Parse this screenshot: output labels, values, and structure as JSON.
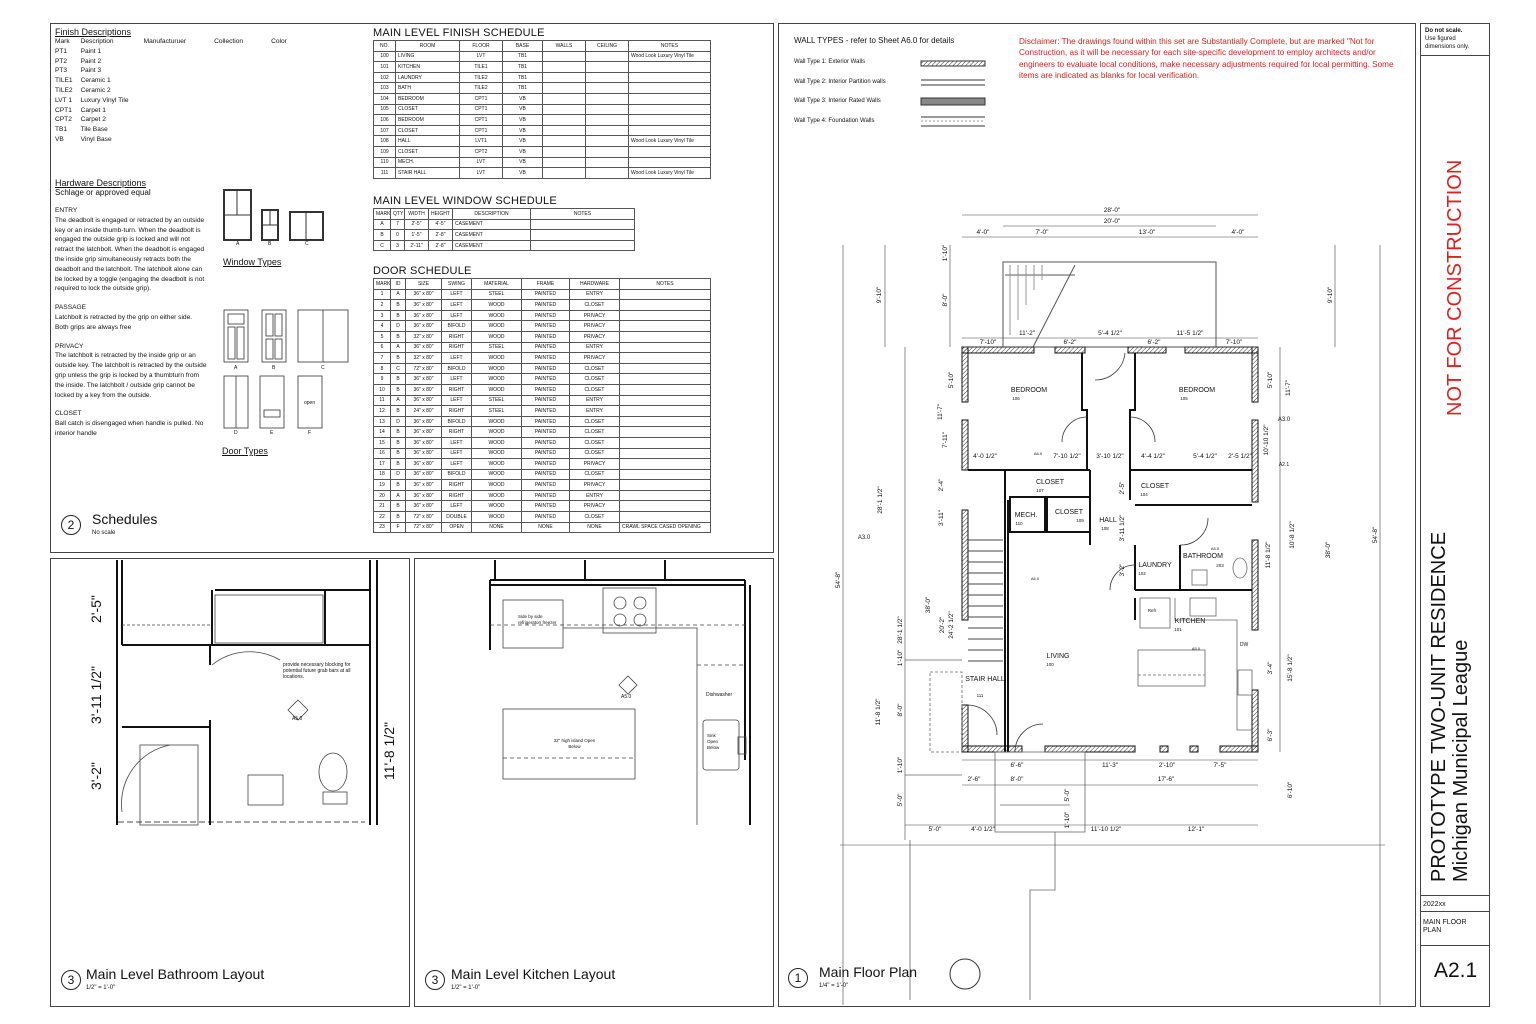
{
  "sheet": {
    "title": "PROTOTYPE TWO-UNIT RESIDENCE",
    "client": "Michigan Municipal League",
    "stamp": "NOT FOR CONSTRUCTION",
    "scale_note_bold": "Do not scale.",
    "scale_note": "Use figured dimensions only.",
    "project_number": "2022xx",
    "sheet_title": "MAIN FLOOR PLAN",
    "sheet_number": "A2.1",
    "accent": "#e02020"
  },
  "finish_descriptions": {
    "title": "Finish Descriptions",
    "headers": [
      "Mark",
      "Description",
      "Manufacturuer",
      "Collection",
      "Color"
    ],
    "rows": [
      [
        "PT1",
        "Paint 1"
      ],
      [
        "PT2",
        "Paint 2"
      ],
      [
        "PT3",
        "Paint 3"
      ],
      [
        "TILE1",
        "Ceramic 1"
      ],
      [
        "TILE2",
        "Ceramic 2"
      ],
      [
        "LVT 1",
        "Luxury Vinyl Tile"
      ],
      [
        "CPT1",
        "Carpet 1"
      ],
      [
        "CPT2",
        "Carpet 2"
      ],
      [
        "TB1",
        "Tile Base"
      ],
      [
        "VB",
        "Vinyl Base"
      ]
    ]
  },
  "hardware": {
    "title": "Hardware Descriptions",
    "subtitle": "Schlage or approved equal",
    "sections": [
      {
        "name": "ENTRY",
        "text": "The deadbolt is engaged or retracted by an outside key or an inside thumb-turn. When the deadbolt is engaged the outside grip is locked and will not retract the latchbolt. When the deadbolt is engaged the inside grip simultaneously retracts both the deadbolt and the latchbolt. The latchbolt alone can be locked by a toggle (engaging the deadbolt is not required to lock the outside grip)."
      },
      {
        "name": "PASSAGE",
        "text": "Latchbolt is retracted by the grip on either side.  Both grips are always free"
      },
      {
        "name": "PRIVACY",
        "text": "The latchbolt is retracted by the inside grip or an outside key. The latchbolt is retracted by the outside grip unless the grip is locked by a thumbturn from the inside. The latchbolt / outside grip cannot be locked by a key from the outside."
      },
      {
        "name": "CLOSET",
        "text": "Ball catch is disengaged when handle is pulled.  No interior handle"
      }
    ]
  },
  "window_types": {
    "title": "Window Types",
    "labels": [
      "A",
      "B",
      "C"
    ]
  },
  "door_types": {
    "title": "Door Types",
    "labels": [
      "A",
      "B",
      "C",
      "D",
      "E",
      "F"
    ],
    "open_label": "open"
  },
  "finish_schedule": {
    "title": "MAIN LEVEL FINISH SCHEDULE",
    "headers": [
      "NO.",
      "ROOM",
      "FLOOR",
      "BASE",
      "WALLS",
      "CEILING",
      "NOTES"
    ],
    "rows": [
      [
        "100",
        "LIVING",
        "LVT",
        "TB1",
        "",
        "",
        "Wood Look Luxury Vinyl Tile"
      ],
      [
        "101",
        "KITCHEN",
        "TILE1",
        "TB1",
        "",
        "",
        ""
      ],
      [
        "102",
        "LAUNDRY",
        "TILE2",
        "TB1",
        "",
        "",
        ""
      ],
      [
        "103",
        "BATH",
        "TILE2",
        "TB1",
        "",
        "",
        ""
      ],
      [
        "104",
        "BEDROOM",
        "CPT1",
        "VB",
        "",
        "",
        ""
      ],
      [
        "105",
        "CLOSET",
        "CPT1",
        "VB",
        "",
        "",
        ""
      ],
      [
        "106",
        "BEDROOM",
        "CPT1",
        "VB",
        "",
        "",
        ""
      ],
      [
        "107",
        "CLOSET",
        "CPT1",
        "VB",
        "",
        "",
        ""
      ],
      [
        "108",
        "HALL",
        "LVT1",
        "VB",
        "",
        "",
        "Wood Look Luxury Vinyl Tile"
      ],
      [
        "109",
        "CLOSET",
        "CPT2",
        "VB",
        "",
        "",
        ""
      ],
      [
        "110",
        "MECH.",
        "LVT",
        "VB",
        "",
        "",
        ""
      ],
      [
        "111",
        "STAIR HALL",
        "LVT",
        "VB",
        "",
        "",
        "Wood Look Luxury Vinyl Tile"
      ]
    ]
  },
  "window_schedule": {
    "title": "MAIN LEVEL WINDOW SCHEDULE",
    "headers": [
      "MARK",
      "QTY",
      "WIDTH",
      "HEIGHT",
      "DESCRIPTION",
      "NOTES"
    ],
    "rows": [
      [
        "A",
        "7",
        "2'-5\"",
        "4'-5\"",
        "CASEMENT",
        ""
      ],
      [
        "B",
        "0",
        "1'-5\"",
        "2'-8\"",
        "CASEMENT",
        ""
      ],
      [
        "C",
        "3",
        "2'-11\"",
        "2'-8\"",
        "CASEMENT",
        ""
      ]
    ]
  },
  "door_schedule": {
    "title": "DOOR SCHEDULE",
    "headers": [
      "MARK",
      "ID",
      "SIZE",
      "SWING",
      "MATERIAL",
      "FRAME",
      "HARDWARE",
      "NOTES"
    ],
    "rows": [
      [
        "1",
        "A",
        "36\" x 80\"",
        "LEFT",
        "STEEL",
        "PAINTED",
        "ENTRY",
        ""
      ],
      [
        "2",
        "B",
        "36\" x 80\"",
        "LEFT",
        "WOOD",
        "PAINTED",
        "CLOSET",
        ""
      ],
      [
        "3",
        "B",
        "36\" x 80\"",
        "LEFT",
        "WOOD",
        "PAINTED",
        "PRIVACY",
        ""
      ],
      [
        "4",
        "D",
        "36\" x 80\"",
        "BIFOLD",
        "WOOD",
        "PAINTED",
        "PRIVACY",
        ""
      ],
      [
        "5",
        "B",
        "32\" x 80\"",
        "RIGHT",
        "WOOD",
        "PAINTED",
        "PRIVACY",
        ""
      ],
      [
        "6",
        "A",
        "36\" x 80\"",
        "RIGHT",
        "STEEL",
        "PAINTED",
        "ENTRY",
        ""
      ],
      [
        "7",
        "B",
        "32\" x 80\"",
        "LEFT",
        "WOOD",
        "PAINTED",
        "PRIVACY",
        ""
      ],
      [
        "8",
        "C",
        "72\" x 80\"",
        "BIFOLD",
        "WOOD",
        "PAINTED",
        "CLOSET",
        ""
      ],
      [
        "9",
        "B",
        "36\" x 80\"",
        "LEFT",
        "WOOD",
        "PAINTED",
        "CLOSET",
        ""
      ],
      [
        "10",
        "B",
        "36\" x 80\"",
        "RIGHT",
        "WOOD",
        "PAINTED",
        "CLOSET",
        ""
      ],
      [
        "11",
        "A",
        "36\" x 80\"",
        "LEFT",
        "STEEL",
        "PAINTED",
        "ENTRY",
        ""
      ],
      [
        "12",
        "B",
        "24\" x 80\"",
        "RIGHT",
        "STEEL",
        "PAINTED",
        "ENTRY",
        ""
      ],
      [
        "13",
        "D",
        "36\" x 80\"",
        "BIFOLD",
        "WOOD",
        "PAINTED",
        "CLOSET",
        ""
      ],
      [
        "14",
        "B",
        "36\" x 80\"",
        "RIGHT",
        "WOOD",
        "PAINTED",
        "CLOSET",
        ""
      ],
      [
        "15",
        "B",
        "36\" x 80\"",
        "LEFT",
        "WOOD",
        "PAINTED",
        "CLOSET",
        ""
      ],
      [
        "16",
        "B",
        "36\" x 80\"",
        "LEFT",
        "WOOD",
        "PAINTED",
        "CLOSET",
        ""
      ],
      [
        "17",
        "B",
        "36\" x 80\"",
        "LEFT",
        "WOOD",
        "PAINTED",
        "PRIVACY",
        ""
      ],
      [
        "18",
        "D",
        "36\" x 80\"",
        "BIFOLD",
        "WOOD",
        "PAINTED",
        "CLOSET",
        ""
      ],
      [
        "19",
        "B",
        "36\" x 80\"",
        "RIGHT",
        "WOOD",
        "PAINTED",
        "PRIVACY",
        ""
      ],
      [
        "20",
        "A",
        "36\" x 80\"",
        "RIGHT",
        "WOOD",
        "PAINTED",
        "ENTRY",
        ""
      ],
      [
        "21",
        "B",
        "36\" x 80\"",
        "LEFT",
        "WOOD",
        "PAINTED",
        "PRIVACY",
        ""
      ],
      [
        "22",
        "B",
        "72\" x 80\"",
        "DOUBLE",
        "WOOD",
        "PAINTED",
        "CLOSET",
        ""
      ],
      [
        "23",
        "F",
        "72\" x 80\"",
        "OPEN",
        "NONE",
        "NONE",
        "NONE",
        "CRAWL SPACE CASED OPENING"
      ]
    ]
  },
  "schedules_view": {
    "number": "2",
    "title": "Schedules",
    "scale": "No scale"
  },
  "wall_types": {
    "title": "WALL TYPES - refer to Sheet A6.0 for details",
    "items": [
      "Wall Type 1: Exterior Walls",
      "Wall Type 2: Interior Partition walls",
      "Wall Type 3: Interior Rated Walls",
      "Wall Type 4: Foundation Walls"
    ]
  },
  "disclaimer": "Disclaimer: The drawings found within this set are Substantially Complete, but are marked \"Not for Construction, as it will be necessary for each site-specific development to employ architects and/or engineers to evaluate local conditions, make necessary adjustments required for local permitting.  Some items are indicated as blanks for local verification.",
  "floor_plan": {
    "number": "1",
    "title": "Main Floor Plan",
    "scale": "1/4\" = 1'-0\"",
    "rooms": [
      {
        "name": "BEDROOM",
        "number": "106"
      },
      {
        "name": "BEDROOM",
        "number": "105"
      },
      {
        "name": "CLOSET",
        "number": "107"
      },
      {
        "name": "CLOSET",
        "number": "104"
      },
      {
        "name": "MECH.",
        "number": "110"
      },
      {
        "name": "CLOSET",
        "number": "109"
      },
      {
        "name": "HALL",
        "number": "108"
      },
      {
        "name": "LAUNDRY",
        "number": "102"
      },
      {
        "name": "BATHROOM",
        "number": "203"
      },
      {
        "name": "KITCHEN",
        "number": "101"
      },
      {
        "name": "LIVING",
        "number": "100"
      },
      {
        "name": "STAIR HALL",
        "number": "111"
      }
    ],
    "fixtures": {
      "refrigerator": "Refr",
      "dishwasher": "DW"
    },
    "detail_refs": [
      "A3.0",
      "A3.0",
      "A2.1",
      "A6.0",
      "A6.0",
      "A5.0",
      "A5.0"
    ],
    "dimensions": [
      "28'-0\"",
      "20'-0\"",
      "4'-0\"",
      "7'-0\"",
      "13'-0\"",
      "4'-0\"",
      "11'-2\"",
      "5'-4 1/2\"",
      "11'-5 1/2\"",
      "7'-10\"",
      "6'-2\"",
      "6'-2\"",
      "7'-10\"",
      "9'-10\"",
      "1'-10\"",
      "8'-0\"",
      "5'-10\"",
      "11'-7\"",
      "7'-11\"",
      "2'-4\"",
      "28'-1 1/2\"",
      "3'-11\"",
      "54'-8\"",
      "38'-0\"",
      "20'-2\"",
      "24'-2 1/2\"",
      "28'-1 1/2\"",
      "1'-10\"",
      "11'-8 1/2\"",
      "8'-0\"",
      "1'-10\"",
      "5'-0\"",
      "9'-10\"",
      "5'-10\"",
      "11'-7\"",
      "10'-10 1/2\"",
      "10'-8 1/2\"",
      "11'-8 1/2\"",
      "38'-0\"",
      "54'-8\"",
      "3'-4\"",
      "15'-8 1/2\"",
      "6'-3\"",
      "6'-10\"",
      "4'-0 1/2\"",
      "7'-10 1/2\"",
      "3'-10 1/2\"",
      "4'-4 1/2\"",
      "5'-4 1/2\"",
      "2'-5 1/2\"",
      "2'-5\"",
      "3'-11 1/2\"",
      "3'-2\"",
      "6'-6\"",
      "11'-3\"",
      "2'-10\"",
      "7'-5\"",
      "2'-6\"",
      "8'-0\"",
      "17'-6\"",
      "5'-0\"",
      "1'-10\"",
      "5'-0\"",
      "4'-0 1/2\"",
      "11'-10 1/2\"",
      "12'-1\""
    ]
  },
  "bath_layout": {
    "number": "3",
    "title": "Main Level Bathroom Layout",
    "scale": "1/2\" = 1'-0\"",
    "note": "provide necessary blocking for potential future grab bars at all locations.",
    "detail_ref": "A5.0",
    "dimensions": [
      "2'-5\"",
      "3'-11 1/2\"",
      "3'-2\"",
      "11'-8 1/2\""
    ]
  },
  "kitchen_layout": {
    "number": "3",
    "title": "Main Level Kitchen Layout",
    "scale": "1/2\" = 1'-0\"",
    "detail_ref": "A5.0",
    "refrigerator": "Side by side refrigerator/ freezer",
    "dishwasher": "Dishwasher",
    "island": "32\" high island Open Below",
    "sink": "Sink Open Below"
  }
}
